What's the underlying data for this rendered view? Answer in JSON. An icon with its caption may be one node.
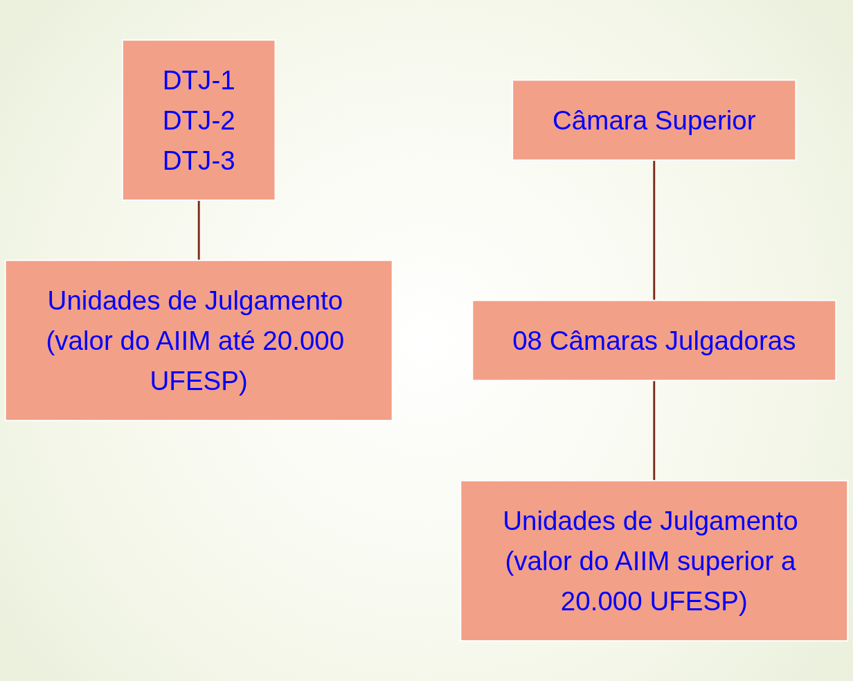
{
  "diagram": {
    "nodes": [
      {
        "text": [
          "DTJ-1",
          "DTJ-2",
          "DTJ-3"
        ]
      },
      {
        "text": [
          "Unidades de Julgamento (valor do AIIM até 20.000 UFESP)"
        ]
      },
      {
        "text": [
          "Câmara Superior"
        ]
      },
      {
        "text": [
          "08 Câmaras Julgadoras"
        ]
      },
      {
        "text": [
          "Unidades de Julgamento (valor do AIIM superior a 20.000 UFESP)"
        ]
      }
    ],
    "edges": [
      {
        "from": 0,
        "to": 1,
        "arrow": "none"
      },
      {
        "from": 2,
        "to": 3,
        "arrow": "none"
      },
      {
        "from": 3,
        "to": 4,
        "arrow": "none"
      }
    ]
  }
}
